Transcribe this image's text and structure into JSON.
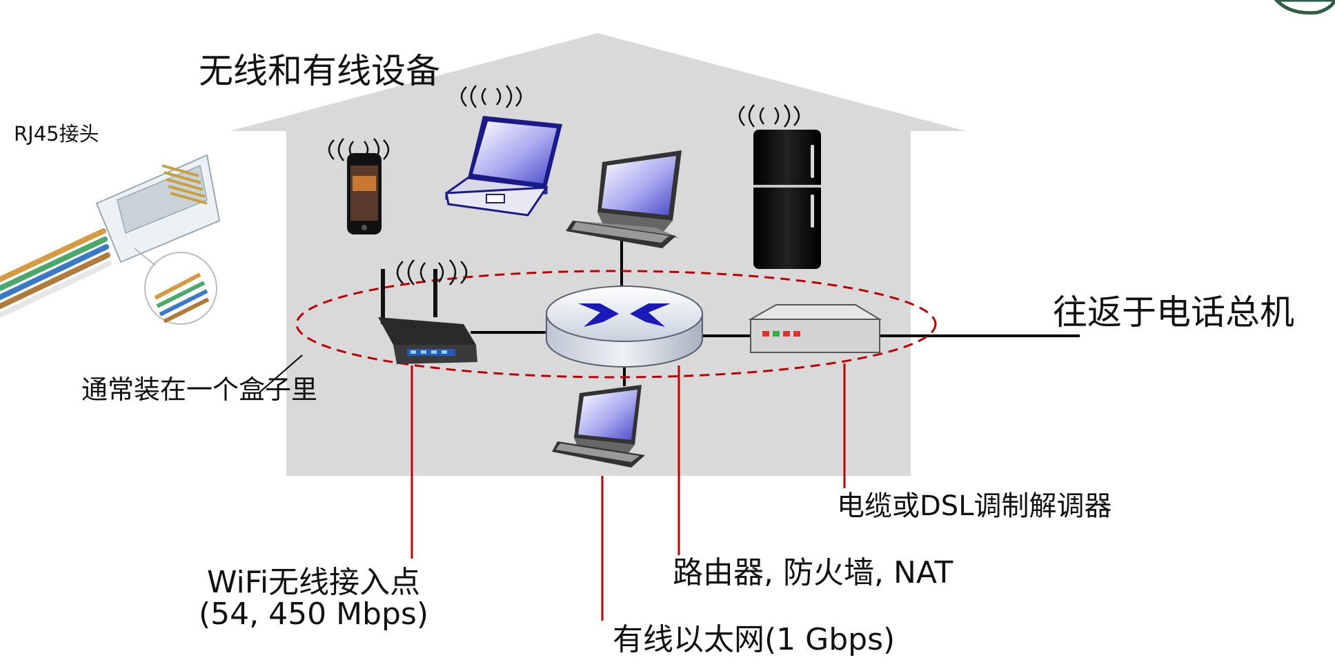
{
  "title": "无线和有线设备",
  "rj45": {
    "label": "RJ45接头"
  },
  "box_note": "通常装在一个盒子里",
  "phone_line": "往返于电话总机",
  "labels": {
    "modem": "电缆或DSL调制解调器",
    "router": "路由器, 防火墙, NAT",
    "wifi_line1": "WiFi无线接入点",
    "wifi_line2": "(54, 450 Mbps)",
    "ethernet": "有线以太网(1 Gbps)"
  },
  "colors": {
    "house": "#d9d9d9",
    "callout": "#c00000",
    "wire": "#000000",
    "modem_leds": [
      "#e03030",
      "#30b040",
      "#e03030",
      "#e03030"
    ]
  },
  "icons": [
    "house-shape",
    "smartphone-icon",
    "laptop-icon",
    "desktop-computer-icon",
    "refrigerator-icon",
    "wifi-router-icon",
    "router-switch-icon",
    "modem-icon",
    "rj45-connector-icon",
    "wireless-signal-icon"
  ]
}
